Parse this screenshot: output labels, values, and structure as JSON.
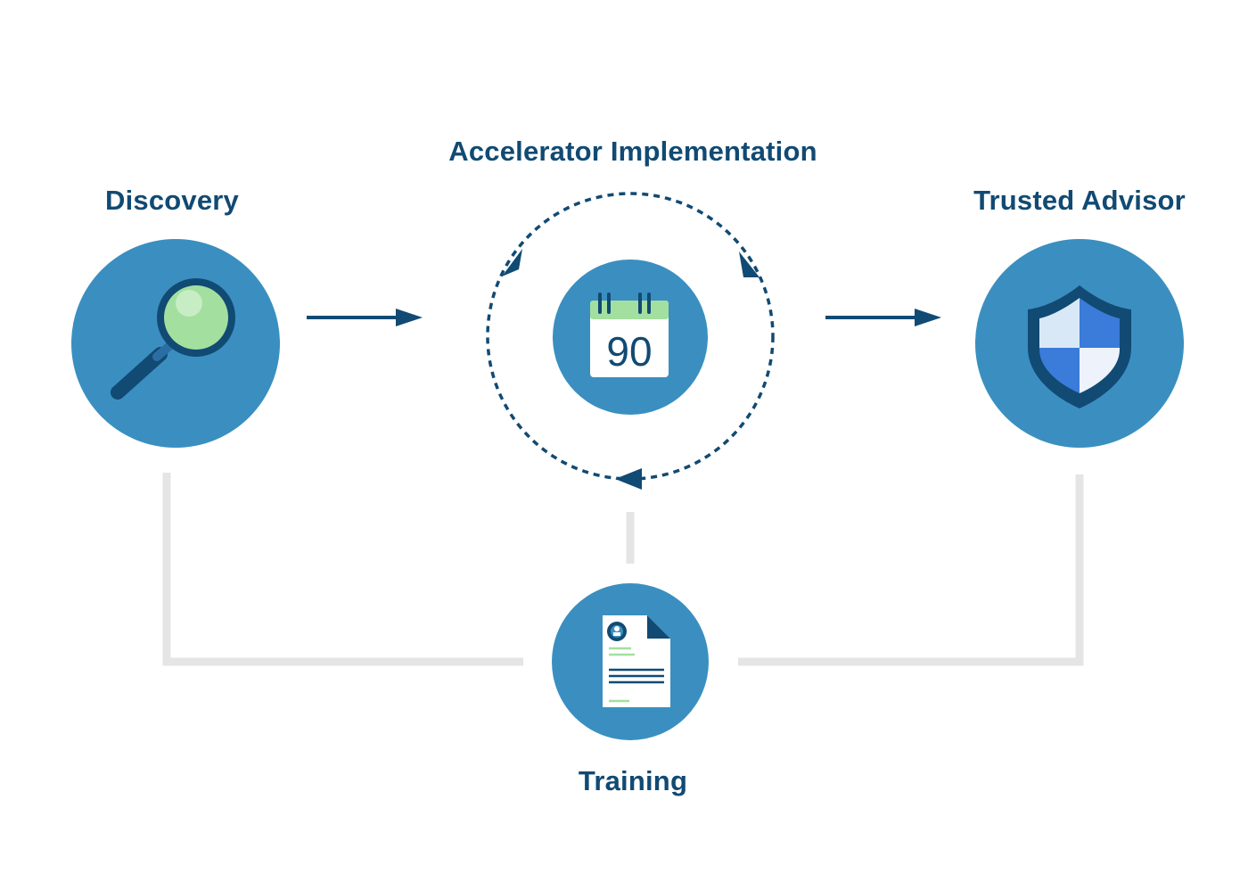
{
  "stages": {
    "discovery": {
      "label": "Discovery",
      "icon": "magnifying-glass-icon"
    },
    "accelerator": {
      "label": "Accelerator Implementation",
      "icon": "calendar-icon",
      "calendar_number": "90"
    },
    "trusted_advisor": {
      "label": "Trusted Advisor",
      "icon": "shield-icon"
    },
    "training": {
      "label": "Training",
      "icon": "resume-document-icon"
    }
  },
  "colors": {
    "circle": "#3a8fc0",
    "text": "#114a73",
    "arrow": "#114a73",
    "connector": "#e5e5e5",
    "green": "#a3df9f"
  }
}
